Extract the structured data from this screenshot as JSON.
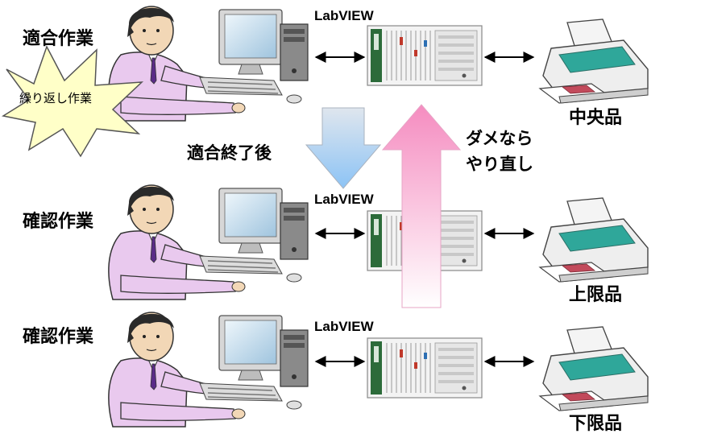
{
  "rows": [
    {
      "operation": "適合作業",
      "software": "LabVIEW",
      "product": "中央品"
    },
    {
      "operation": "確認作業",
      "software": "LabVIEW",
      "product": "上限品"
    },
    {
      "operation": "確認作業",
      "software": "LabVIEW",
      "product": "下限品"
    }
  ],
  "burst_label": "繰り返し作業",
  "down_arrow_label": "適合終了後",
  "up_arrow_label_line1": "ダメなら",
  "up_arrow_label_line2": "やり直し",
  "colors": {
    "burst_fill": "#ffffc8",
    "printer_accent": "#2fa79a",
    "down_arrow_top": "#d8e4f0",
    "down_arrow_bottom": "#8cc3f5",
    "up_arrow_top": "#f58cc0",
    "up_arrow_bottom": "#ffffff",
    "shirt": "#e9c9ee"
  }
}
